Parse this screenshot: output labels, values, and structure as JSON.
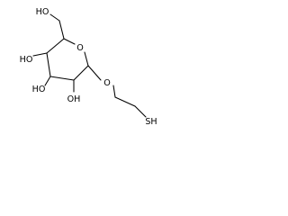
{
  "molecule": {
    "atom_labels": {
      "ch2oh": "HO",
      "c4_oh": "HO",
      "c3_oh": "HO",
      "c2_oh": "OH",
      "ring_o": "O",
      "ether_o": "O",
      "thiol": "SH"
    }
  }
}
